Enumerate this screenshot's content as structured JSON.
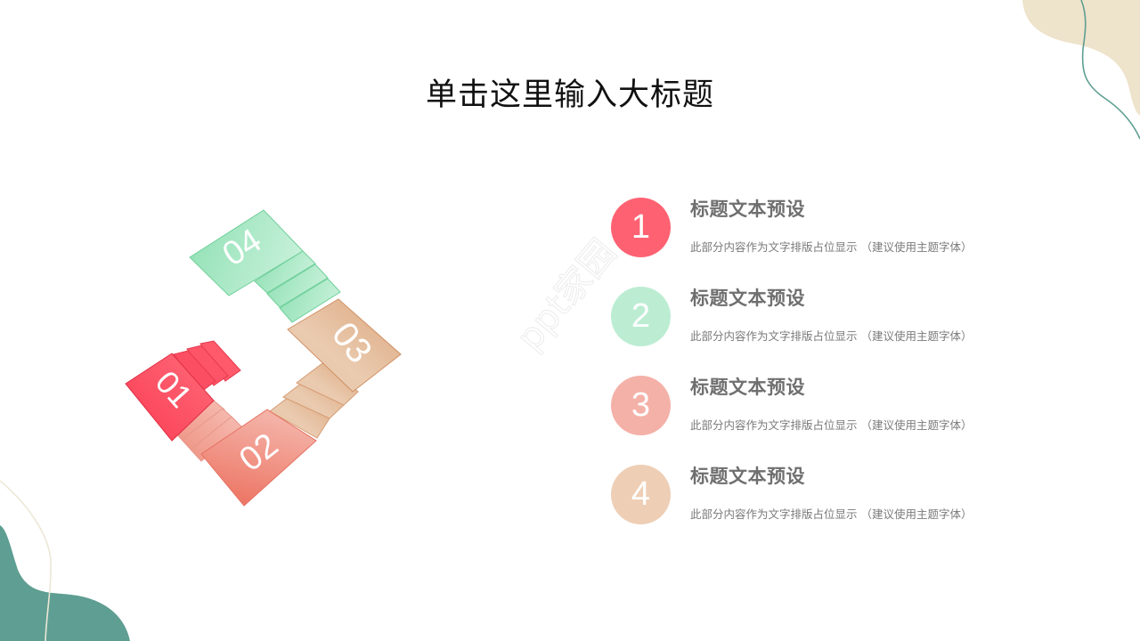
{
  "slide": {
    "title": "单击这里输入大标题",
    "watermark": "ppt家园"
  },
  "diagram": {
    "steps": [
      {
        "label": "01",
        "color": "#fb4f63"
      },
      {
        "label": "02",
        "color": "#f08b78"
      },
      {
        "label": "03",
        "color": "#e3b38c"
      },
      {
        "label": "04",
        "color": "#99e2bb"
      }
    ]
  },
  "items": [
    {
      "number": "1",
      "color": "#fe6272",
      "title": "标题文本预设",
      "description": "此部分内容作为文字排版占位显示 （建议使用主题字体）"
    },
    {
      "number": "2",
      "color": "#bcedd3",
      "title": "标题文本预设",
      "description": "此部分内容作为文字排版占位显示 （建议使用主题字体）"
    },
    {
      "number": "3",
      "color": "#f4b1a8",
      "title": "标题文本预设",
      "description": "此部分内容作为文字排版占位显示 （建议使用主题字体）"
    },
    {
      "number": "4",
      "color": "#eecfb5",
      "title": "标题文本预设",
      "description": "此部分内容作为文字排版占位显示 （建议使用主题字体）"
    }
  ],
  "colors": {
    "corner_top_right": "#eee3cb",
    "corner_bottom_left": "#5f9e92",
    "line_teal": "#5f9e92",
    "line_cream": "#ece7d6"
  }
}
